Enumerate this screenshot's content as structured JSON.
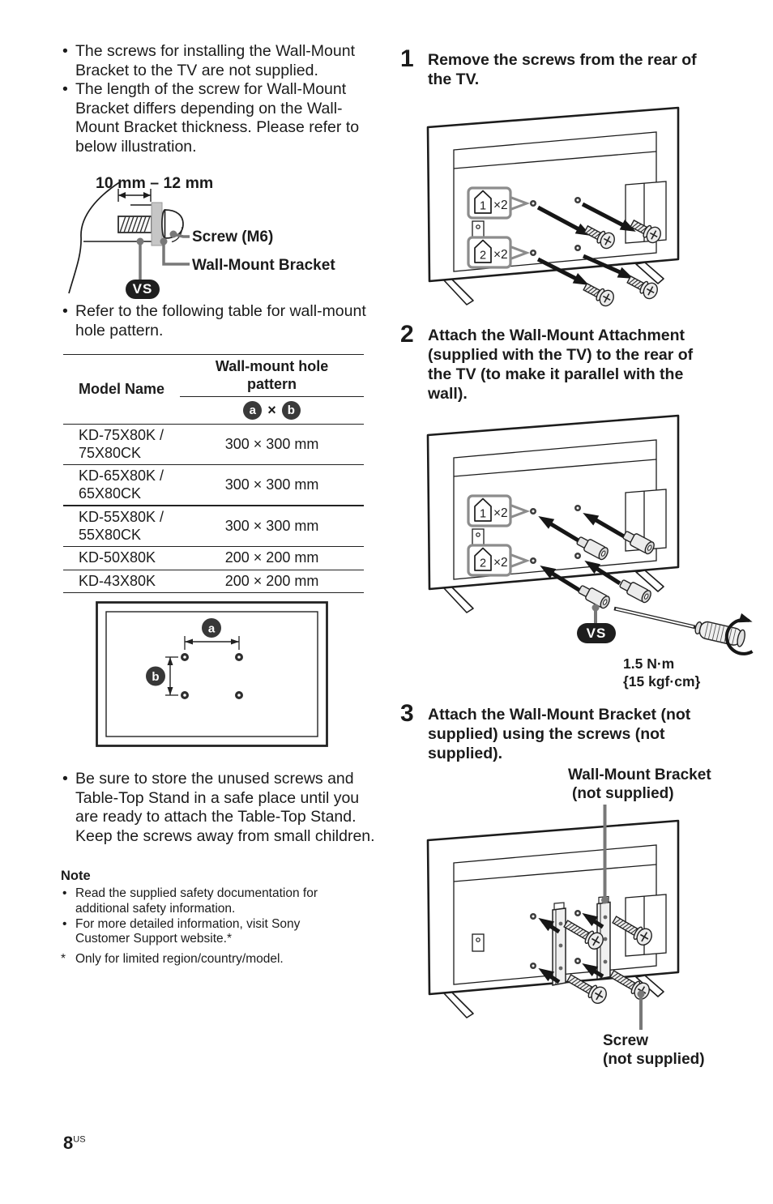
{
  "page": {
    "number": "8",
    "region": "US"
  },
  "left": {
    "bullets_top": [
      "The screws for installing the Wall-Mount Bracket to the TV are not supplied.",
      "The length of the screw for Wall-Mount Bracket differs depending on the Wall-Mount Bracket thickness. Please refer to below illustration."
    ],
    "screw_diagram": {
      "dimension": "10 mm – 12 mm",
      "label_screw": "Screw (M6)",
      "label_bracket": "Wall-Mount Bracket",
      "vs": "VS"
    },
    "bullet_table_intro": "Refer to the following table for wall-mount hole pattern.",
    "table": {
      "header_model": "Model Name",
      "header_pattern": "Wall-mount hole pattern",
      "sub_a": "a",
      "sub_times": "×",
      "sub_b": "b",
      "rows": [
        {
          "model": "KD-75X80K / 75X80CK",
          "pattern": "300 × 300 mm"
        },
        {
          "model": "KD-65X80K / 65X80CK",
          "pattern": "300 × 300 mm"
        },
        {
          "model": "KD-55X80K / 55X80CK",
          "pattern": "300 × 300 mm"
        },
        {
          "model": "KD-50X80K",
          "pattern": "200 × 200 mm"
        },
        {
          "model": "KD-43X80K",
          "pattern": "200 × 200 mm"
        }
      ]
    },
    "hole_diagram": {
      "a": "a",
      "b": "b"
    },
    "bullet_store": "Be sure to store the unused screws and Table-Top Stand in a safe place until you are ready to attach the Table-Top Stand. Keep the screws away from small children.",
    "note": {
      "heading": "Note",
      "bullets": [
        "Read the supplied safety documentation for additional safety information.",
        "For more detailed information, visit Sony Customer Support website.*"
      ],
      "footnote_mark": "*",
      "footnote_text": "Only for limited region/country/model."
    }
  },
  "steps": [
    {
      "num": "1",
      "text": "Remove the screws from the rear of the TV."
    },
    {
      "num": "2",
      "text": "Attach the Wall-Mount Attachment (supplied with the TV) to the rear of the TV (to make it parallel with the wall)."
    },
    {
      "num": "3",
      "text": "Attach the Wall-Mount Bracket (not supplied) using the screws (not supplied)."
    }
  ],
  "illus": {
    "callout1_num": "1",
    "callout1_qty": "×2",
    "callout2_num": "2",
    "callout2_qty": "×2",
    "vs": "VS",
    "torque_nm": "1.5 N·m",
    "torque_kgf": "{15 kgf·cm}",
    "bracket_label_1": "Wall-Mount Bracket",
    "bracket_label_2": "(not supplied)",
    "screw_label_1": "Screw",
    "screw_label_2": "(not supplied)"
  }
}
